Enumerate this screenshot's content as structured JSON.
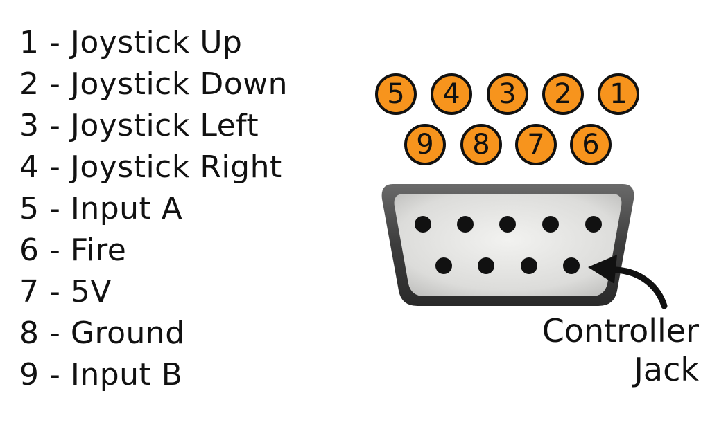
{
  "pins": [
    "1 - Joystick Up",
    "2 - Joystick Down",
    "3 - Joystick Left",
    "4 - Joystick Right",
    "5 - Input A",
    "6 - Fire",
    "7 - 5V",
    "8 - Ground",
    "9 - Input B"
  ],
  "badges_top": [
    "5",
    "4",
    "3",
    "2",
    "1"
  ],
  "badges_bottom": [
    "9",
    "8",
    "7",
    "6"
  ],
  "badge_color": "#f7941d",
  "controller_label": {
    "line1": "Controller",
    "line2": "Jack"
  }
}
